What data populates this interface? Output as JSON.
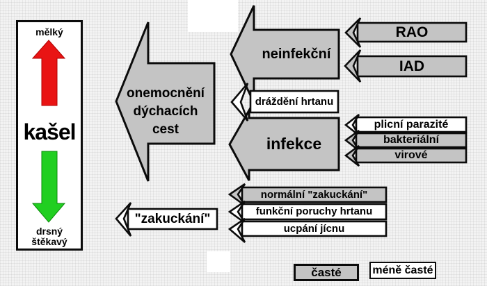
{
  "scale": {
    "title": "kašel",
    "top_label": "mělký",
    "bottom_label_line1": "drsný",
    "bottom_label_line2": "štěkavý"
  },
  "nodes": {
    "respiratory": {
      "label": "onemocnění\ndýchacích\ncest"
    },
    "noninfectious": {
      "label": "neinfekční"
    },
    "rao": {
      "label": "RAO"
    },
    "iad": {
      "label": "IAD"
    },
    "laryngeal_irritation": {
      "label": "dráždění hrtanu"
    },
    "infection": {
      "label": "infekce"
    },
    "lung_parasites": {
      "label": "plicní parazité"
    },
    "bacterial": {
      "label": "bakteriální"
    },
    "viral": {
      "label": "virové"
    },
    "choking": {
      "label": "\"zakuckání\""
    },
    "normal_choking": {
      "label": "normální \"zakuckání\""
    },
    "functional_laryngeal_disorders": {
      "label": "funkční poruchy hrtanu"
    },
    "esophageal_obstruction": {
      "label": "ucpání jícnu"
    }
  },
  "legend": {
    "frequent": "časté",
    "less_frequent": "méně časté"
  },
  "colors": {
    "frequent_fill": "#c4c4c4",
    "less_frequent_fill": "#ffffff",
    "scale_up_color": "#e91414",
    "scale_down_color": "#21cf21",
    "outline": "#0b0b0b"
  }
}
